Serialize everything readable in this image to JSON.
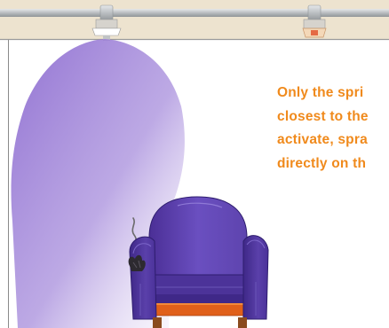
{
  "caption": {
    "lines": [
      "Only the spri",
      "closest to the",
      "activate, spra",
      "directly on th"
    ]
  },
  "colors": {
    "caption": "#f08a1c",
    "ceiling": "#ede3cf",
    "pipe": "#b9bdc0",
    "spray": "#8c6bd0",
    "chair_body": "#5b3fa6",
    "chair_cushion": "#e0601a",
    "wall_line": "#8a8a8a"
  },
  "icons": {
    "sprinkler": "sprinkler-head-icon",
    "smoke": "smoke-wisp-icon",
    "chair": "armchair-illustration"
  }
}
